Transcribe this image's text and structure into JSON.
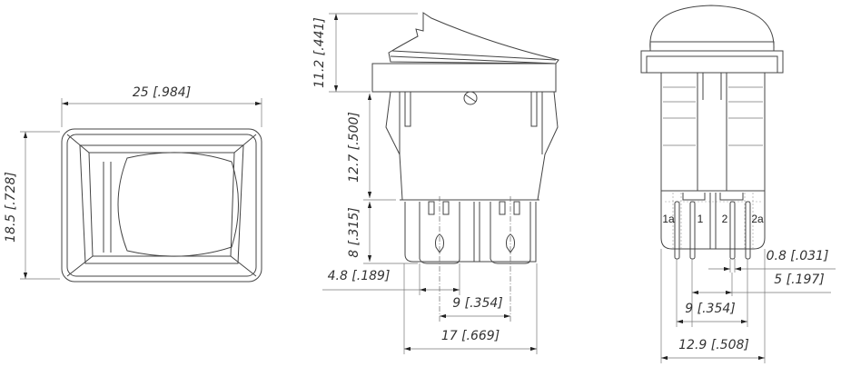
{
  "front_view": {
    "width_dim": "25 [.984]",
    "height_dim": "18.5 [.728]"
  },
  "side_view": {
    "rocker_height_dim": "11.2 [.441]",
    "body_height_dim": "12.7 [.500]",
    "terminal_length_dim": "8 [.315]",
    "terminal_width_dim": "4.8 [.189]",
    "terminal_pitch_dim": "9 [.354]",
    "body_width_dim": "17 [.669]"
  },
  "end_view": {
    "pin_labels": [
      "1a",
      "1",
      "2",
      "2a"
    ],
    "pin_thickness_dim": "0.8 [.031]",
    "pin_offset_dim": "5 [.197]",
    "pin_pitch_dim": "9 [.354]",
    "body_depth_dim": "12.9 [.508]"
  }
}
